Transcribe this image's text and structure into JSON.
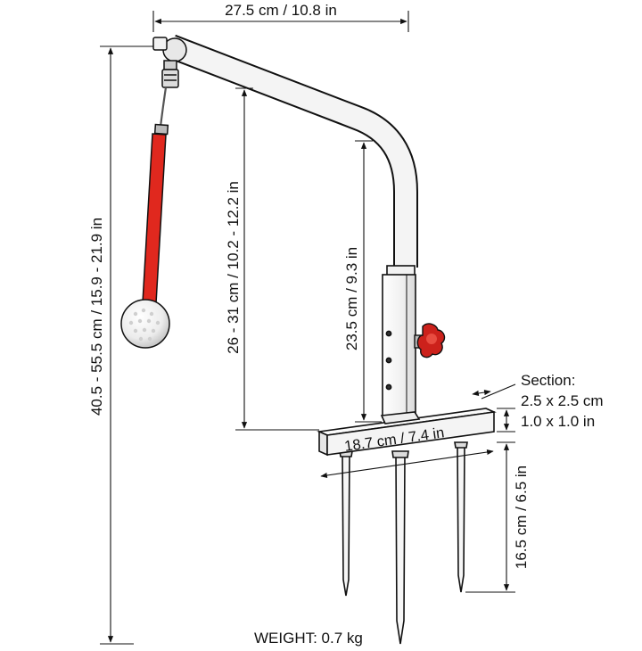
{
  "dimensions": {
    "top_width": "27.5 cm / 10.8 in",
    "total_height": "40.5 - 55.5 cm / 15.9 - 21.9 in",
    "arm_drop": "26 - 31 cm / 10.2 - 12.2 in",
    "post_height": "23.5 cm / 9.3 in",
    "base_width": "18.7 cm / 7.4 in",
    "spike_length": "16.5 cm / 6.5 in"
  },
  "section": {
    "title": "Section:",
    "metric": "2.5 x 2.5 cm",
    "imperial": "1.0 x 1.0 in"
  },
  "weight": "WEIGHT: 0.7 kg",
  "colors": {
    "line": "#111111",
    "rod_red": "#e0281e",
    "knob_red": "#c8201a",
    "metal_light": "#f4f4f4",
    "ball": "#f2f2f2"
  }
}
